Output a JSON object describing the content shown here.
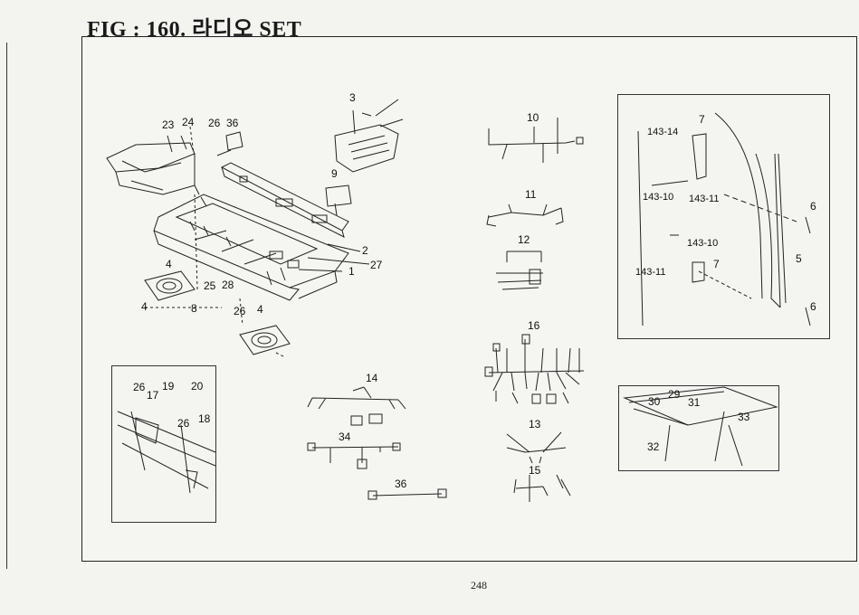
{
  "title": "FIG : 160. 라디오 SET",
  "page_number": "248",
  "callouts": {
    "n3": "3",
    "n10": "10",
    "n23": "23",
    "n24": "24",
    "n26a": "26",
    "n36a": "36",
    "n9": "9",
    "n11": "11",
    "n12": "12",
    "n2": "2",
    "n27": "27",
    "n1": "1",
    "n4a": "4",
    "n25": "25",
    "n28": "28",
    "n26b": "26",
    "n4b": "4",
    "n4c": "4",
    "n8": "8",
    "n16": "16",
    "n14": "14",
    "n13": "13",
    "n34": "34",
    "n15": "15",
    "n36b": "36",
    "n26c": "26",
    "n17": "17",
    "n19": "19",
    "n20": "20",
    "n26d": "26",
    "n18": "18",
    "a143_14": "143-14",
    "a7a": "7",
    "a143_10a": "143-10",
    "a143_11a": "143-11",
    "a6a": "6",
    "a143_10b": "143-10",
    "a5": "5",
    "a143_11b": "143-11",
    "a7b": "7",
    "a6b": "6",
    "t29": "29",
    "t30": "30",
    "t31": "31",
    "t33": "33",
    "t32": "32"
  }
}
